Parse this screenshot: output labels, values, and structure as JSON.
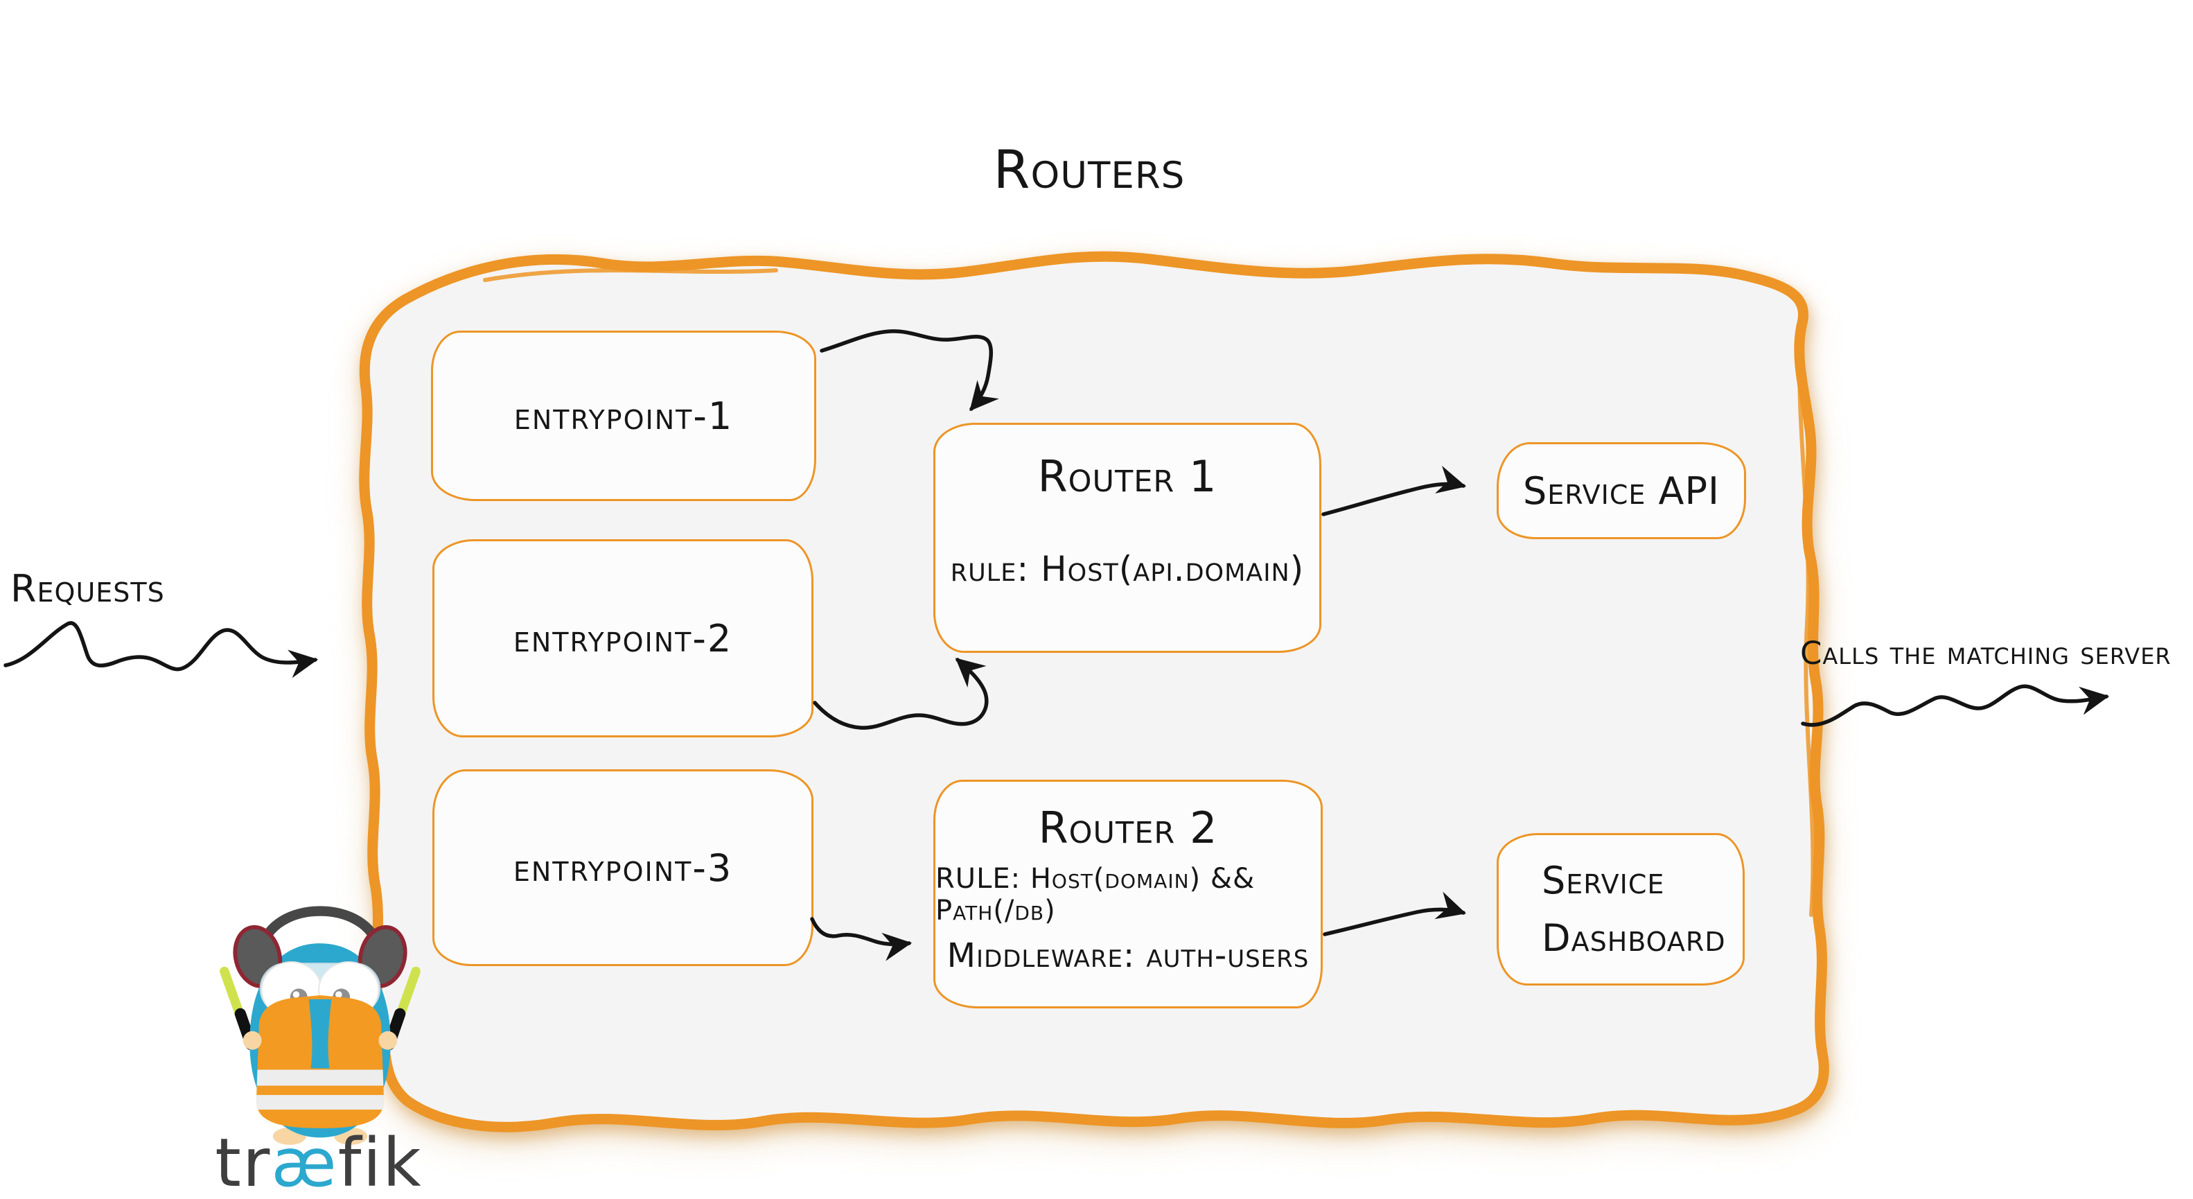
{
  "title": "Routers",
  "labels": {
    "requests": "Requests",
    "calls": "Calls the matching server"
  },
  "entrypoints": [
    {
      "label": "entrypoint-1"
    },
    {
      "label": "entrypoint-2"
    },
    {
      "label": "entrypoint-3"
    }
  ],
  "routers": [
    {
      "title": "Router 1",
      "rule": "rule: Host(api.domain)"
    },
    {
      "title": "Router 2",
      "rule": "RULE: Host(domain) && Path(/db)",
      "middleware": "Middleware: auth-users"
    }
  ],
  "services": [
    {
      "label": "Service API"
    },
    {
      "line1": "Service",
      "line2": "Dashboard"
    }
  ],
  "logo": {
    "wordmark_pre": "tr",
    "wordmark_ae": "æ",
    "wordmark_post": "fik"
  },
  "colors": {
    "accent_orange": "#ed9526",
    "panel_fill": "#f4f4f4",
    "ink": "#161616",
    "traefik_blue": "#2ca8ce",
    "vest_orange": "#f29a22",
    "stick_green": "#cfe24e"
  },
  "icons": {
    "arrows": [
      "requests-arrow",
      "entrypoint1-to-router1-arrow",
      "entrypoint2-to-router1-arrow",
      "entrypoint3-to-router2-arrow",
      "router1-to-service-api-arrow",
      "router2-to-service-dashboard-arrow",
      "calls-matching-server-arrow"
    ]
  }
}
